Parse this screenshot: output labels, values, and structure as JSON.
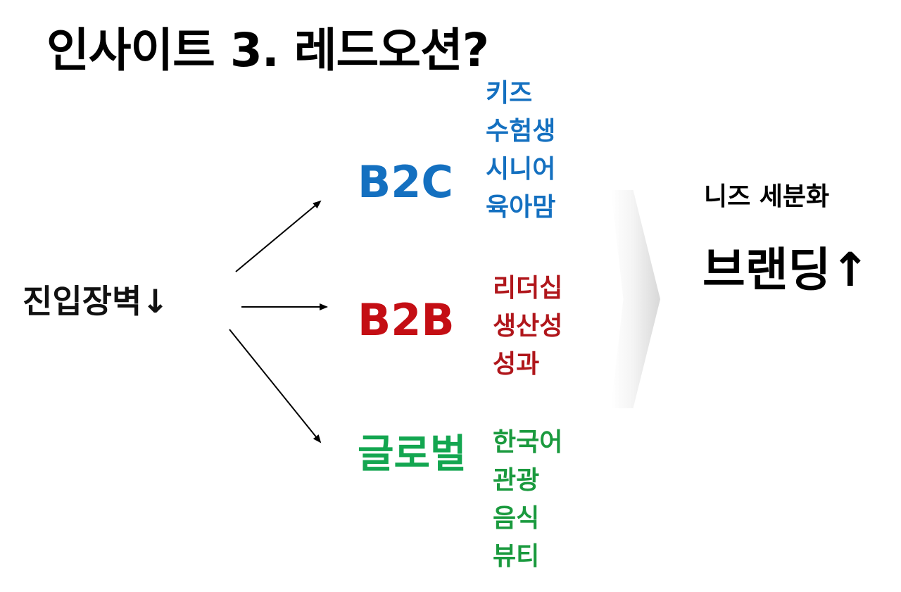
{
  "title": "인사이트 3. 레드오션?",
  "root": "진입장벽↓",
  "branches": {
    "b2c": {
      "label": "B2C",
      "color": "#1470c0",
      "items": [
        "키즈",
        "수험생",
        "시니어",
        "육아맘"
      ]
    },
    "b2b": {
      "label": "B2B",
      "color": "#c40e14",
      "items": [
        "리더십",
        "생산성",
        "성과"
      ]
    },
    "global": {
      "label": "글로벌",
      "color": "#13a650",
      "items": [
        "한국어",
        "관광",
        "음식",
        "뷰티"
      ]
    }
  },
  "outcome": {
    "subtitle": "니즈 세분화",
    "main": "브랜딩↑"
  },
  "icons": [
    "arrow-up-right-icon",
    "arrow-right-icon",
    "arrow-down-right-icon",
    "chevron-right-icon"
  ]
}
